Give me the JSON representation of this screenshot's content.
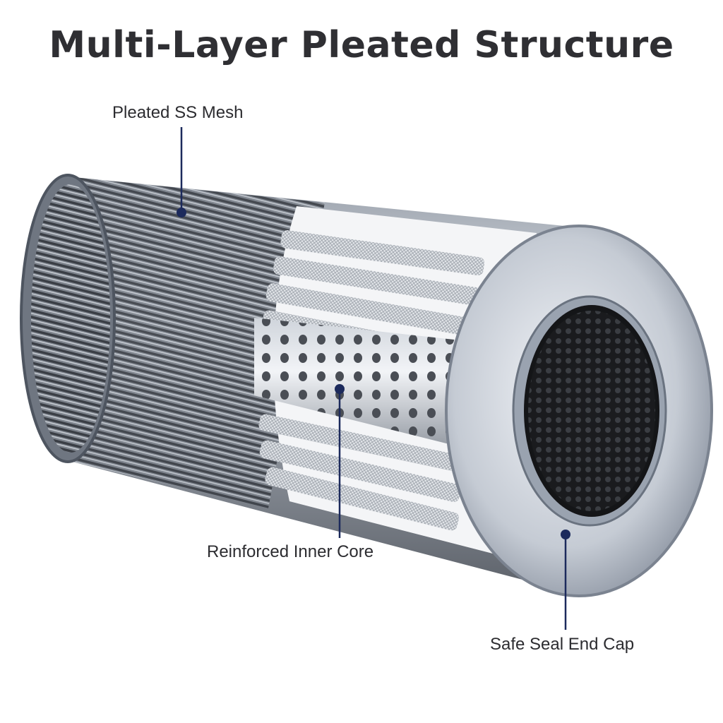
{
  "title": "Multi-Layer Pleated Structure",
  "callouts": {
    "mesh": "Pleated SS Mesh",
    "core": "Reinforced Inner Core",
    "cap": "Safe Seal End Cap"
  },
  "colors": {
    "leader_line": "#1c2a5c",
    "title_text": "#2f2f33",
    "steel_light": "#e4e8ee",
    "steel_mid": "#aab2bd",
    "steel_dark": "#3c4048"
  }
}
